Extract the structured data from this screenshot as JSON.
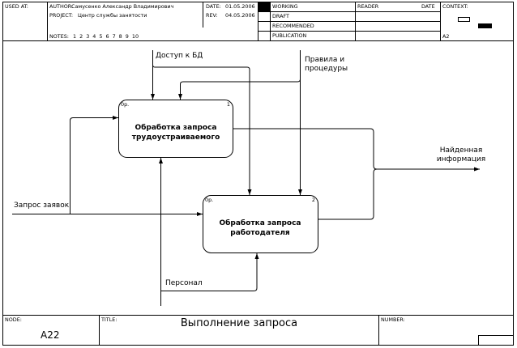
{
  "header": {
    "used_at_label": "USED AT:",
    "author_label": "AUTHOR:",
    "author": "Самусенко Александр Владимирович",
    "project_label": "PROJECT:",
    "project": "Центр службы занятости",
    "notes_label": "NOTES:",
    "notes": "1 2 3 4 5 6 7 8 9 10",
    "date_label": "DATE:",
    "date": "01.05.2006",
    "rev_label": "REV:",
    "rev": "04.05.2006",
    "status": [
      "WORKING",
      "DRAFT",
      "RECOMMENDED",
      "PUBLICATION"
    ],
    "reader_label": "READER",
    "date2_label": "DATE",
    "context_label": "CONTEXT:",
    "context_node": "A2"
  },
  "boxes": [
    {
      "tag": "0р.",
      "number": "1",
      "title": "Обработка запроса трудоустраиваемого"
    },
    {
      "tag": "0р.",
      "number": "2",
      "title": "Обработка запроса работодателя"
    }
  ],
  "arrows": {
    "db_access": "Доступ к БД",
    "rules": "Правила и процедуры",
    "found_info": "Найденная информация",
    "requests": "Запрос заявок",
    "staff": "Персонал"
  },
  "footer": {
    "node_label": "NODE:",
    "node": "A22",
    "title_label": "TITLE:",
    "title": "Выполнение запроса",
    "number_label": "NUMBER:"
  }
}
